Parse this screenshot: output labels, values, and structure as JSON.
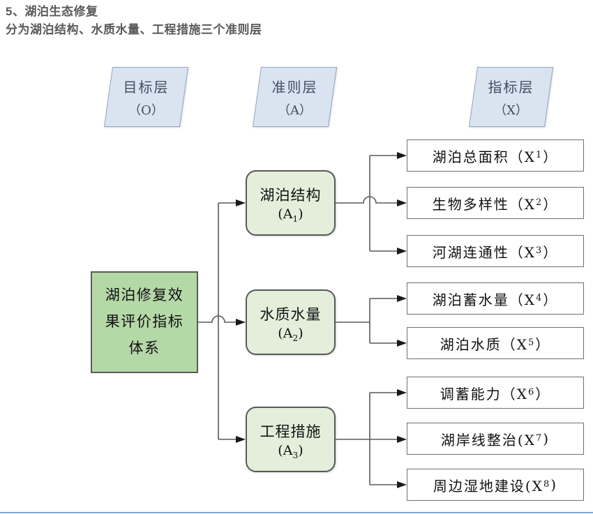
{
  "page": {
    "title": "5、湖泊生态修复",
    "subtitle": "分为湖泊结构、水质水量、工程措施三个准则层"
  },
  "layer_headers": [
    {
      "line1": "目标层",
      "line2": "（O）"
    },
    {
      "line1": "准则层",
      "line2": "（A）"
    },
    {
      "line1": "指标层",
      "line2": "（X）"
    }
  ],
  "goal": {
    "text": "湖泊修复效果评价指标体系"
  },
  "criteria": [
    {
      "label": "湖泊结构",
      "code_pre": "(A",
      "code_sub": "1",
      "code_post": ")"
    },
    {
      "label": "水质水量",
      "code_pre": "(A",
      "code_sub": "2",
      "code_post": ")"
    },
    {
      "label": "工程措施",
      "code_pre": "(A",
      "code_sub": "3",
      "code_post": ")"
    }
  ],
  "indicators": [
    {
      "pre": "湖泊总面积（X",
      "sub": "1",
      "post": "）"
    },
    {
      "pre": "生物多样性（X",
      "sub": "2",
      "post": "）"
    },
    {
      "pre": "河湖连通性（X",
      "sub": "3",
      "post": "）"
    },
    {
      "pre": "湖泊蓄水量（X",
      "sub": "4",
      "post": "）"
    },
    {
      "pre": "湖泊水质（X",
      "sub": "5",
      "post": "）"
    },
    {
      "pre": "调蓄能力（X",
      "sub": "6",
      "post": "）"
    },
    {
      "pre": "湖岸线整治(X",
      "sub": "7",
      "post": ")"
    },
    {
      "pre": "周边湿地建设(X",
      "sub": "8",
      "post": ")"
    }
  ],
  "colors": {
    "title_text": "#58595b",
    "header_fill": "#dae4f0",
    "header_border": "#94a6bf",
    "header_text": "#3f4e63",
    "goal_fill": "#b5d8a7",
    "criterion_fill": "#e3efdb",
    "box_border": "#595959",
    "indicator_border": "#6f6f6f",
    "line": "#595959",
    "arrow": "#1a1a1a",
    "footer_line": "#7da7d8"
  }
}
